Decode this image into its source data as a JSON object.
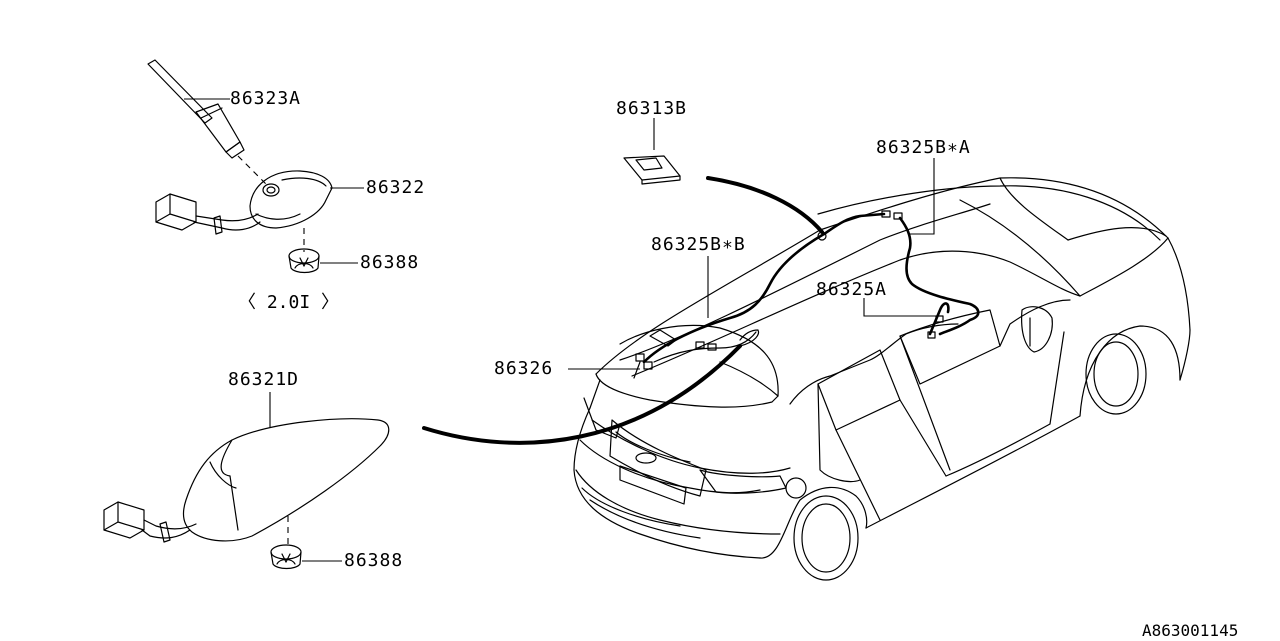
{
  "parts": {
    "p86323A": "86323A",
    "p86322": "86322",
    "p86388_top": "86388",
    "variant": "〈 2.0I 〉",
    "p86321D": "86321D",
    "p86388_bottom": "86388",
    "p86313B": "86313B",
    "p86325B_A": "86325B∗A",
    "p86325B_B": "86325B∗B",
    "p86325A": "86325A",
    "p86326": "86326"
  },
  "footer": {
    "diagram_id": "A863001145"
  },
  "icons": [
    "antenna-rod",
    "antenna-base",
    "shark-fin-antenna",
    "grommet",
    "connector",
    "cable-clip",
    "hatchback-car"
  ]
}
